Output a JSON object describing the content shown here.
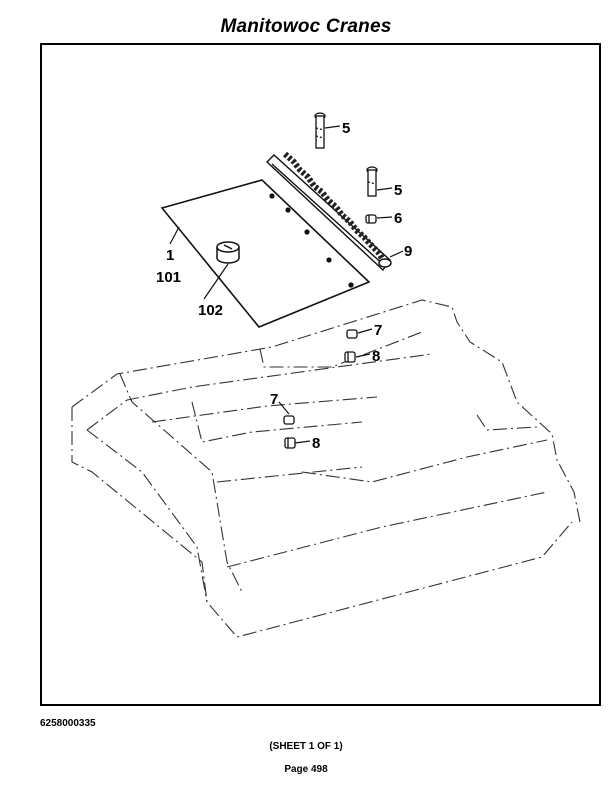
{
  "header": {
    "title": "Manitowoc Cranes"
  },
  "diagram": {
    "callouts": [
      {
        "label": "5"
      },
      {
        "label": "5"
      },
      {
        "label": "6"
      },
      {
        "label": "9"
      },
      {
        "label": "1"
      },
      {
        "label": "101"
      },
      {
        "label": "102"
      },
      {
        "label": "7"
      },
      {
        "label": "8"
      },
      {
        "label": "7"
      },
      {
        "label": "8"
      }
    ]
  },
  "footer": {
    "doc_number": "6258000335",
    "sheet": "(SHEET 1 OF 1)",
    "page": "Page 498"
  }
}
